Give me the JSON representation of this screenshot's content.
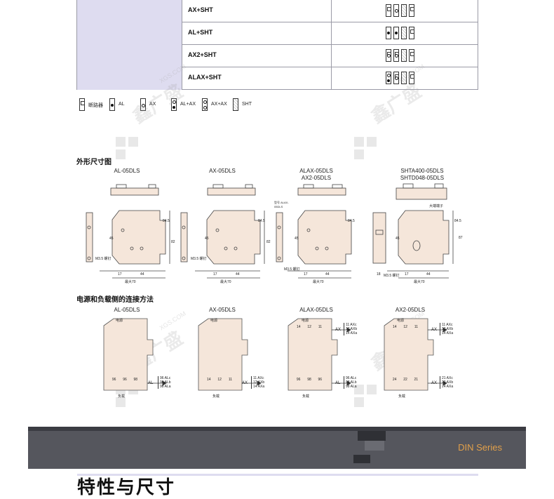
{
  "combination_table": {
    "rows": [
      {
        "label": "AX+SHT",
        "cells": [
          "plain-square",
          "plain-ring",
          "hatch",
          "plain-square"
        ]
      },
      {
        "label": "AL+SHT",
        "cells": [
          "dot",
          "dot",
          "hatch",
          "plain-square"
        ]
      },
      {
        "label": "AX2+SHT",
        "cells": [
          "ring-square",
          "ring-square",
          "hatch",
          "plain-square"
        ]
      },
      {
        "label": "ALAX+SHT",
        "cells": [
          "ring-dot",
          "ring-square",
          "hatch",
          "plain-square"
        ]
      }
    ]
  },
  "legend": {
    "items": [
      {
        "symbol": "square",
        "label": "断路器"
      },
      {
        "symbol": "dot",
        "label": "AL"
      },
      {
        "symbol": "ring",
        "label": "AX"
      },
      {
        "symbol": "ring-dot",
        "label": "AL+AX"
      },
      {
        "symbol": "ring-ring",
        "label": "AX+AX"
      },
      {
        "symbol": "hatch",
        "label": "SHT"
      }
    ]
  },
  "dimensions": {
    "heading": "外形尺寸图",
    "models": [
      {
        "line1": "AL-05DLS",
        "line2": ""
      },
      {
        "line1": "AX-05DLS",
        "line2": ""
      },
      {
        "line1": "ALAX-05DLS",
        "line2": "AX2-05DLS"
      },
      {
        "line1": "SHTA400-05DLS",
        "line2": "SHTD048-05DLS"
      }
    ],
    "annotations": {
      "screw": "M3.5 螺钉",
      "max_width": "最大70",
      "w44": "44",
      "w17": "17",
      "w18": "18",
      "h45": "45",
      "h82": "82",
      "h84": "84.5",
      "h87": "87",
      "terminal": "大端端子",
      "note": "型号 ALAX-05DLS"
    }
  },
  "connection": {
    "heading": "电源和负载侧的连接方法",
    "models": [
      "AL-05DLS",
      "AX-05DLS",
      "ALAX-05DLS",
      "AX2-05DLS"
    ],
    "source_label": "电源",
    "load_label": "负载",
    "al_terms": [
      "96 ALc",
      "96 ALb",
      "98 ALa"
    ],
    "ax_terms": [
      "11 AXc",
      "12 AXb",
      "14 AXa"
    ],
    "alax_top_terms": [
      "11 AXc",
      "12 AXb",
      "14 AXa"
    ],
    "alax_bot_terms": [
      "96 ALc",
      "98 ALb",
      "98 ALa"
    ],
    "ax2_top_terms": [
      "11 AXc",
      "12 AXb",
      "14 AXa"
    ],
    "ax2_bot_terms": [
      "21 AXc",
      "22 AXb",
      "24 AXa"
    ],
    "al_pins": [
      "96",
      "96",
      "98"
    ],
    "ax_pins": [
      "14",
      "12",
      "11"
    ],
    "alax_pins_top": [
      "14",
      "12",
      "11"
    ],
    "alax_pins_bot": [
      "96",
      "98",
      "96"
    ],
    "ax2_pins_top": [
      "14",
      "12",
      "11"
    ],
    "ax2_pins_bot": [
      "24",
      "22",
      "21"
    ],
    "al_tag": "AL",
    "ax_tag": "AX"
  },
  "watermark": {
    "text": "鑫广盛",
    "site": "XGS.COM"
  },
  "banner": {
    "series": "DIN Series"
  },
  "bottom": {
    "title": "特性与尺寸"
  },
  "colors": {
    "table_left": "#dedcf0",
    "part_fill": "#f5e6da",
    "banner": "#55565d",
    "accent": "#e2a04a"
  }
}
